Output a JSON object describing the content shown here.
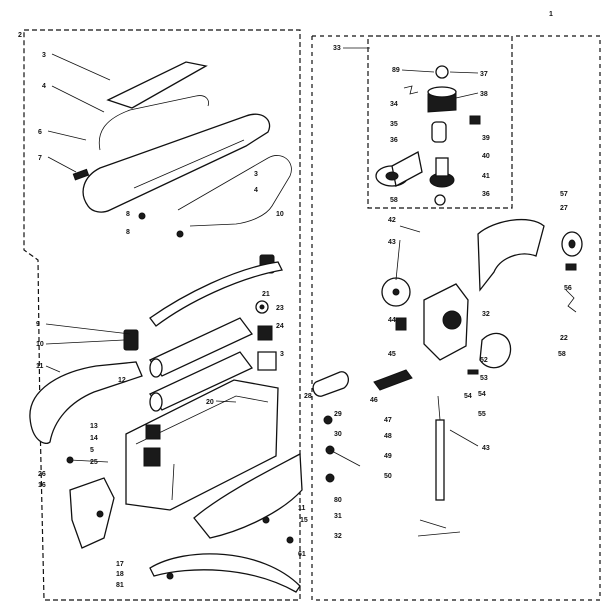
{
  "page_label": "2",
  "stray_mark": "1",
  "labels": [
    "3",
    "4",
    "6",
    "7",
    "8",
    "8",
    "3",
    "4",
    "10",
    "9",
    "10",
    "11",
    "12",
    "13",
    "14",
    "5",
    "25",
    "26",
    "16",
    "17",
    "18",
    "81",
    "21",
    "23",
    "24",
    "3",
    "20",
    "28",
    "29",
    "30",
    "80",
    "11",
    "15",
    "61",
    "31",
    "32",
    "33",
    "89",
    "37",
    "34",
    "38",
    "35",
    "36",
    "39",
    "40",
    "41",
    "58",
    "36",
    "42",
    "43",
    "44",
    "45",
    "46",
    "47",
    "48",
    "49",
    "50",
    "54",
    "32",
    "52",
    "53",
    "54",
    "55",
    "43",
    "57",
    "27",
    "56",
    "22",
    "58"
  ]
}
